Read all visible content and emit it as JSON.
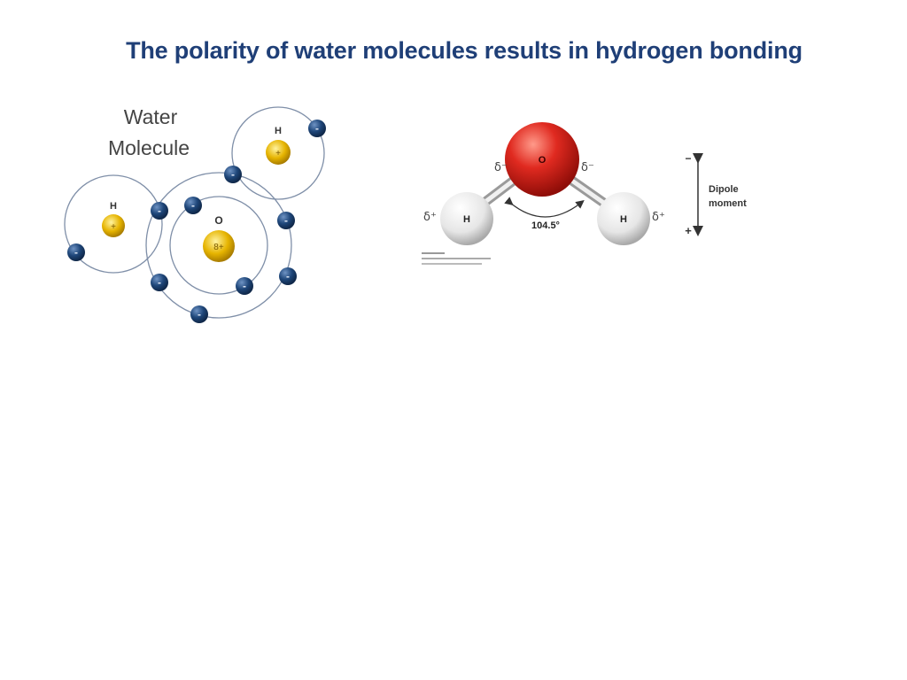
{
  "slide": {
    "title": "The polarity of water molecules results in hydrogen bonding"
  },
  "bohr_diagram": {
    "title_line1": "Water",
    "title_line2": "Molecule",
    "hydrogen_top": {
      "symbol": "H",
      "charge": "+"
    },
    "hydrogen_left": {
      "symbol": "H",
      "charge": "+"
    },
    "oxygen": {
      "symbol": "O",
      "charge": "8+"
    },
    "electron_sign": "-"
  },
  "ball_model": {
    "oxygen_symbol": "O",
    "hydrogen_left_symbol": "H",
    "hydrogen_right_symbol": "H",
    "oxygen_delta_left": "δ⁻",
    "oxygen_delta_right": "δ⁻",
    "hydrogen_delta_left": "δ⁺",
    "hydrogen_delta_right": "δ⁺",
    "angle_label": "104.5°",
    "dipole_top_sign": "−",
    "dipole_bottom_sign": "+",
    "dipole_label_line1": "Dipole",
    "dipole_label_line2": "moment"
  },
  "colors": {
    "title": "#1f3f77",
    "electron": "#1e4679",
    "nucleus": "#e6b400",
    "oxygen_ball": "#d62a22",
    "hydrogen_ball": "#e8e8e8",
    "orbit": "#7f8fa8"
  }
}
